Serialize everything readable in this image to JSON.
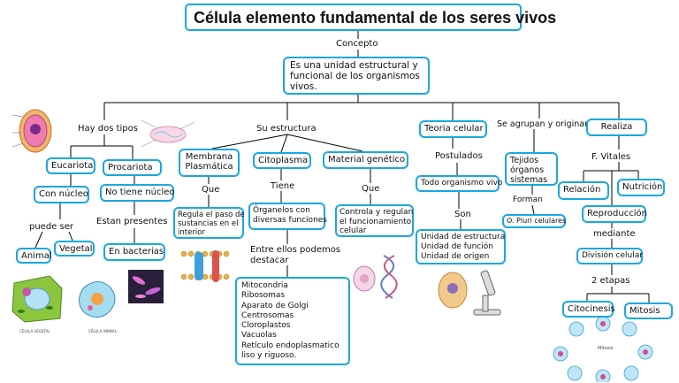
{
  "title": "Célula elemento fundamental de los seres vivos",
  "concept_label": "Concepto",
  "definition": [
    "Es una unidad estructural y",
    "funcional de los organismos",
    "vivos."
  ],
  "types": {
    "label": "Hay dos tipos",
    "eucariota": "Eucariota",
    "procariota": "Procariota",
    "con_nucleo": "Con núcleo",
    "no_nucleo": "No tiene núcleo",
    "puede_ser": "puede ser",
    "animal": "Animal",
    "vegetal": "Vegetal",
    "estan_presentes": "Estan presentes",
    "bacterias": "En bacterias",
    "img_caption_vegetal": "CÉLULA VEGETAL",
    "img_caption_animal": "CÉLULA ANIMAL"
  },
  "structure": {
    "label": "Su estructura",
    "membrana": [
      "Membrana",
      "Plasmática"
    ],
    "citoplasma": "Citoplasma",
    "material": "Material genético",
    "que1": "Que",
    "tiene": "Tiene",
    "que2": "Que",
    "membrana_fn": [
      "Regula el paso de",
      "sustancias en el",
      "interior"
    ],
    "citoplasma_fn": [
      "Órganelos con",
      "diversas funciones"
    ],
    "material_fn": [
      "Controla y regulan",
      "el funcionamiento",
      "celular"
    ],
    "entre": [
      "Entre ellos podemos",
      "destacar"
    ],
    "organelos": [
      "Mitocondria",
      "Ribosomas",
      "Aparato de Golgi",
      "Centrosomas",
      "Cloroplastos",
      "Vacuolas",
      "Retículo endoplasmatico",
      "liso y riguoso."
    ]
  },
  "theory": {
    "label": "Teoria celular",
    "postulados": "Postulados",
    "todo": "Todo organismo vivo",
    "son": "Son",
    "unidades": [
      "Unidad de estructura",
      "Unidad de función",
      "Unidad de origen"
    ]
  },
  "group": {
    "label": "Se agrupan y originan",
    "tejidos": [
      "Tejidos",
      "órganos",
      "sistemas"
    ],
    "forman": "Forman",
    "pluri": "O. Pluri celulares"
  },
  "realiza": {
    "label": "Realiza",
    "vitales": "F. Vitales",
    "relacion": "Relación",
    "nutricion": "Nutrición",
    "reproduccion": "Reproducción",
    "mediante": "mediante",
    "division": "División celular",
    "etapas": "2 etapas",
    "citocinesis": "Citocinesis",
    "mitosis": "Mitosis",
    "img_caption_mitosis": "Mitosis"
  },
  "colors": {
    "border": "#1aa7e0",
    "line": "#000000",
    "text": "#111111"
  }
}
